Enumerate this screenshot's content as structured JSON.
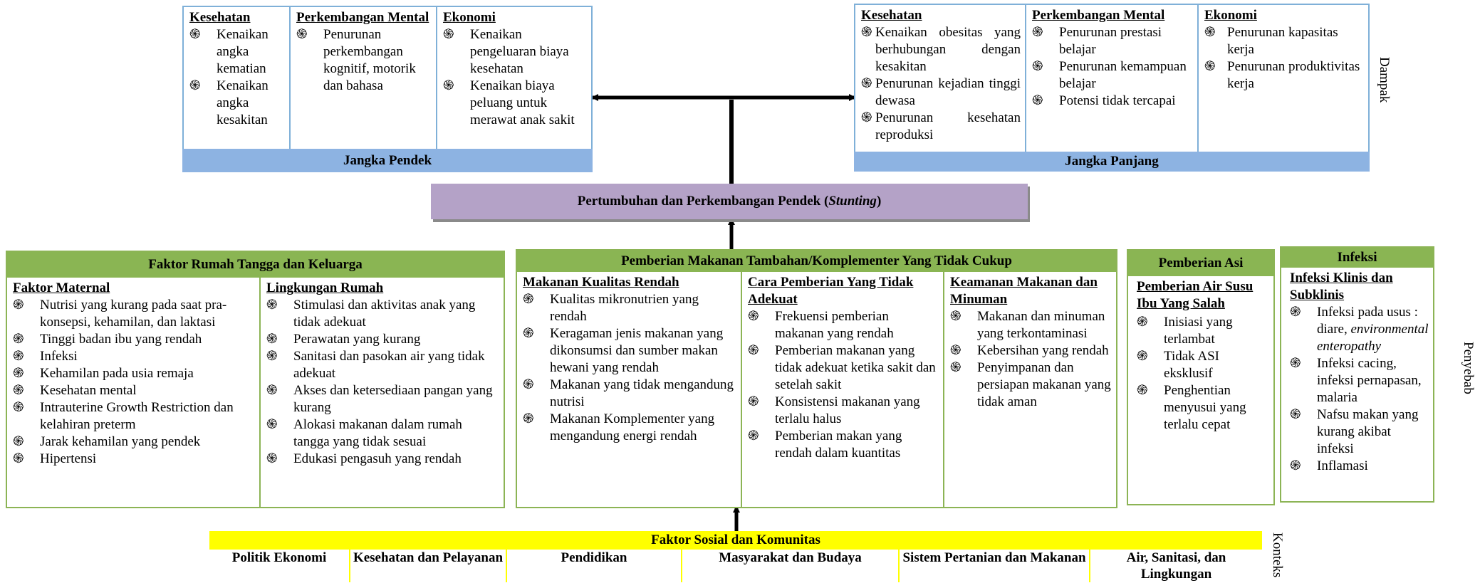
{
  "short_term": {
    "band": "Jangka Pendek",
    "columns": [
      {
        "header": "Kesehatan",
        "items": [
          "Kenaikan angka kematian",
          "Kenaikan angka kesakitan"
        ]
      },
      {
        "header": "Perkembangan Mental",
        "items": [
          "Penurunan perkembangan kognitif, motorik dan bahasa"
        ]
      },
      {
        "header": "Ekonomi",
        "items": [
          "Kenaikan pengeluaran biaya kesehatan",
          "Kenaikan biaya peluang untuk merawat anak sakit"
        ]
      }
    ]
  },
  "long_term": {
    "band": "Jangka Panjang",
    "columns": [
      {
        "header": "Kesehatan",
        "items": [
          "Kenaikan obesitas yang berhubungan dengan kesakitan",
          "Penurunan kejadian tinggi dewasa",
          "Penurunan kesehatan reproduksi"
        ]
      },
      {
        "header": "Perkembangan Mental",
        "items": [
          "Penurunan prestasi belajar",
          "Penurunan kemampuan belajar",
          "Potensi tidak tercapai"
        ]
      },
      {
        "header": "Ekonomi",
        "items": [
          "Penurunan kapasitas kerja",
          "Penurunan produktivitas kerja"
        ]
      }
    ]
  },
  "side_labels": {
    "impact": "Dampak",
    "cause": "Penyebab",
    "context": "Konteks"
  },
  "stunting": {
    "text": "Pertumbuhan dan Perkembangan Pendek (",
    "italic": "Stunting",
    "close": ")"
  },
  "household": {
    "title": "Faktor Rumah Tangga dan Keluarga",
    "columns": [
      {
        "header": "Faktor Maternal",
        "items": [
          "Nutrisi yang kurang pada saat pra-konsepsi, kehamilan, dan laktasi",
          "Tinggi badan ibu yang rendah",
          "Infeksi",
          "Kehamilan pada usia remaja",
          "Kesehatan mental",
          "Intrauterine Growth Restriction dan kelahiran preterm",
          "Jarak kehamilan yang pendek",
          "Hipertensi"
        ]
      },
      {
        "header": "Lingkungan Rumah",
        "items": [
          "Stimulasi dan aktivitas anak yang tidak adekuat",
          "Perawatan yang kurang",
          "Sanitasi dan pasokan air yang tidak adekuat",
          "Akses dan ketersediaan pangan yang kurang",
          "Alokasi makanan dalam rumah tangga yang tidak sesuai",
          "Edukasi pengasuh yang rendah"
        ]
      }
    ]
  },
  "complementary": {
    "title": "Pemberian Makanan Tambahan/Komplementer Yang Tidak Cukup",
    "columns": [
      {
        "header": "Makanan Kualitas Rendah",
        "items": [
          "Kualitas mikronutrien yang rendah",
          "Keragaman jenis makanan yang dikonsumsi dan sumber makan hewani yang rendah",
          "Makanan yang tidak mengandung nutrisi",
          "Makanan Komplementer yang mengandung energi rendah"
        ]
      },
      {
        "header": "Cara Pemberian Yang Tidak Adekuat",
        "items": [
          "Frekuensi pemberian makanan yang rendah",
          "Pemberian makanan yang tidak adekuat ketika sakit dan setelah sakit",
          "Konsistensi makanan yang terlalu halus",
          "Pemberian makan yang rendah dalam kuantitas"
        ]
      },
      {
        "header": "Keamanan Makanan dan Minuman",
        "items": [
          "Makanan dan minuman yang terkontaminasi",
          "Kebersihan yang rendah",
          "Penyimpanan dan persiapan makanan yang tidak aman"
        ]
      }
    ]
  },
  "breastfeeding": {
    "title": "Pemberian Asi",
    "header": "Pemberian Air Susu Ibu Yang Salah",
    "items": [
      "Inisiasi yang terlambat",
      "Tidak ASI eksklusif",
      "Penghentian menyusui yang terlalu cepat"
    ]
  },
  "infection": {
    "title": "Infeksi",
    "header": "Infeksi Klinis dan Subklinis",
    "item0_prefix": "Infeksi pada usus : diare, ",
    "item0_italic": "environmental enteropathy",
    "items_rest": [
      "Infeksi cacing, infeksi pernapasan, malaria",
      "Nafsu makan yang kurang akibat infeksi",
      "Inflamasi"
    ]
  },
  "social": {
    "title": "Faktor Sosial dan Komunitas",
    "columns": [
      "Politik Ekonomi",
      "Kesehatan dan Pelayanan",
      "Pendidikan",
      "Masyarakat dan Budaya",
      "Sistem Pertanian dan Makanan",
      "Air, Sanitasi, dan Lingkungan"
    ]
  },
  "bullet_glyph": "֍",
  "colors": {
    "blue_band": "#8db3e2",
    "purple": "#b4a2c7",
    "green": "#8ab553",
    "yellow": "#ffff00"
  }
}
